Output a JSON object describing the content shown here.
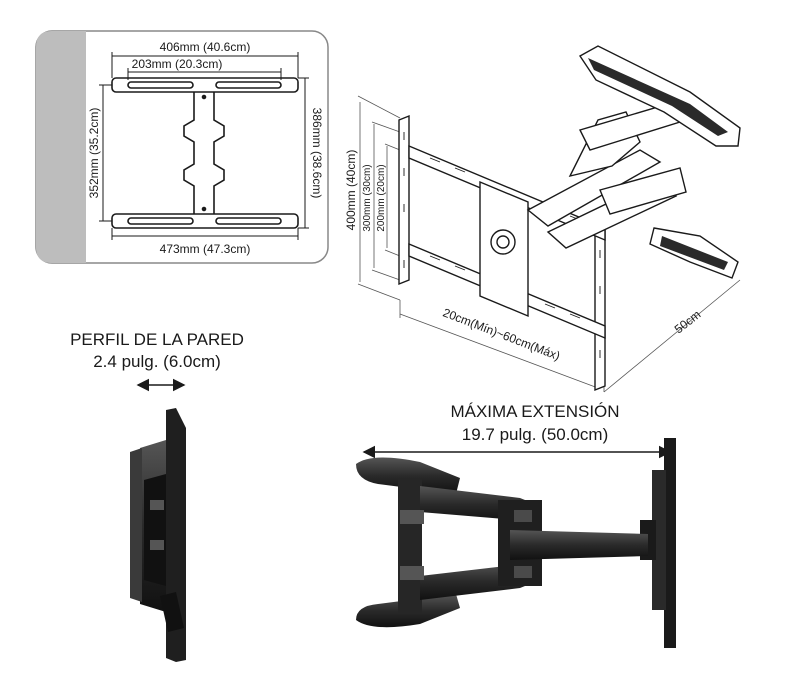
{
  "plate": {
    "width_outer": "406mm (40.6cm)",
    "width_inner": "203mm (20.3cm)",
    "height_left": "352mm (35.2cm)",
    "height_right": "386mm (38.6cm)",
    "width_bottom": "473mm (47.3cm)"
  },
  "iso": {
    "h400": "400mm (40cm)",
    "h300": "300mm (30cm)",
    "h200": "200mm (20cm)",
    "depth": "20cm(Mín)~60cm(Máx)",
    "arm": "50cm"
  },
  "profile": {
    "title": "PERFIL DE LA PARED",
    "value": "2.4 pulg. (6.0cm)"
  },
  "extension": {
    "title": "MÁXIMA EXTENSIÓN",
    "value": "19.7 pulg. (50.0cm)"
  }
}
